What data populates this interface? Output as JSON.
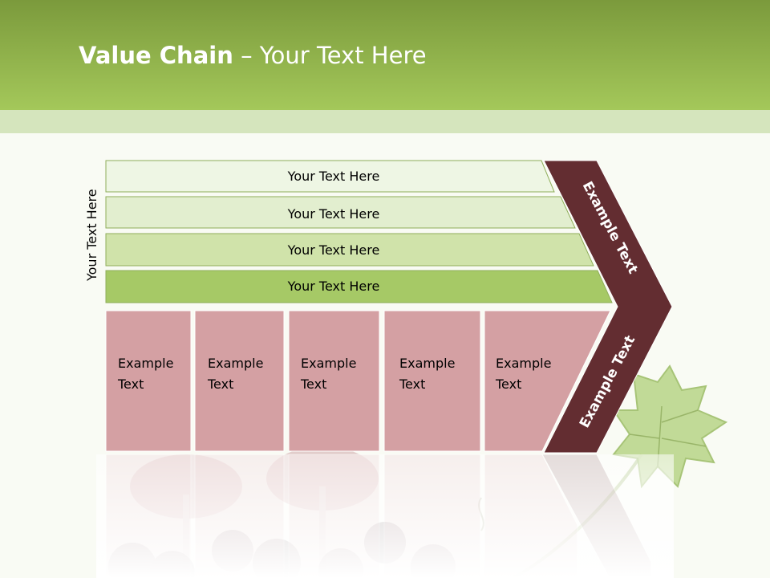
{
  "header": {
    "title_bold": "Value Chain",
    "title_rest": " – Your Text Here"
  },
  "side_label": "Your Text Here",
  "support_rows": [
    {
      "label": "Your Text Here",
      "color": "#eef6e4"
    },
    {
      "label": "Your Text Here",
      "color": "#e2eecf"
    },
    {
      "label": "Your Text Here",
      "color": "#d0e3aa"
    },
    {
      "label": "Your Text Here",
      "color": "#a6c966"
    }
  ],
  "primary_boxes": [
    {
      "line1": "Example",
      "line2": "Text"
    },
    {
      "line1": "Example",
      "line2": "Text"
    },
    {
      "line1": "Example",
      "line2": "Text"
    },
    {
      "line1": "Example",
      "line2": "Text"
    },
    {
      "line1": "Example",
      "line2": "Text"
    }
  ],
  "arrow": {
    "upper_label": "Example Text",
    "lower_label": "Example Text",
    "color": "#632d31"
  },
  "colors": {
    "box_fill": "#d4a0a3",
    "row_border": "#8fae5a"
  }
}
